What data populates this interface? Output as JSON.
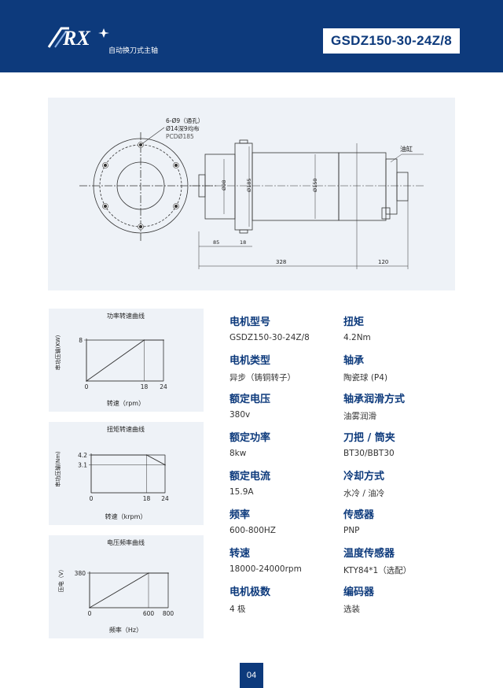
{
  "header": {
    "logo_text": "RX",
    "subtitle": "自动换刀式主轴",
    "model": "GSDZ150-30-24Z/8"
  },
  "drawing": {
    "hole_note_1": "6-Ø9（通孔）",
    "hole_note_2": "Ø14深9均布",
    "pcd": "PCDØ185",
    "oil_label": "油缸",
    "dia_1": "Ø98",
    "dia_2": "Ø185",
    "dia_3": "Ø150",
    "dim_85": "85",
    "dim_18": "18",
    "dim_328": "328",
    "dim_120": "120"
  },
  "charts": [
    {
      "title": "功率转速曲线",
      "ylabel": "串功压输(KW)",
      "xlabel": "转速（rpm）",
      "yticks": [
        "8"
      ],
      "xticks": [
        "0",
        "18",
        "24"
      ]
    },
    {
      "title": "扭矩转速曲线",
      "ylabel": "串功压输(Nm)",
      "xlabel": "转速（krpm）",
      "yticks": [
        "4.2",
        "3.1"
      ],
      "xticks": [
        "0",
        "18",
        "24"
      ]
    },
    {
      "title": "电压频率曲线",
      "ylabel": "压电（V）",
      "xlabel": "频率（Hz）",
      "yticks": [
        "380"
      ],
      "xticks": [
        "0",
        "600",
        "800"
      ]
    }
  ],
  "chart_data": [
    {
      "type": "line",
      "title": "功率转速曲线",
      "xlabel": "转速（rpm）",
      "ylabel": "串功压输(KW)",
      "x": [
        0,
        18,
        24
      ],
      "y": [
        0,
        8,
        8
      ],
      "xlim": [
        0,
        24
      ],
      "ylim": [
        0,
        8
      ]
    },
    {
      "type": "line",
      "title": "扭矩转速曲线",
      "xlabel": "转速（krpm）",
      "ylabel": "串功压输(Nm)",
      "x": [
        0,
        18,
        24
      ],
      "y": [
        4.2,
        4.2,
        3.1
      ],
      "xlim": [
        0,
        24
      ],
      "ylim": [
        0,
        4.2
      ]
    },
    {
      "type": "line",
      "title": "电压频率曲线",
      "xlabel": "频率（Hz）",
      "ylabel": "压电（V）",
      "x": [
        0,
        600,
        800
      ],
      "y": [
        0,
        380,
        380
      ],
      "xlim": [
        0,
        800
      ],
      "ylim": [
        0,
        380
      ]
    }
  ],
  "specs": {
    "motor_model_label": "电机型号",
    "motor_model_value": "GSDZ150-30-24Z/8",
    "torque_label": "扭矩",
    "torque_value": "4.2Nm",
    "motor_type_label": "电机类型",
    "motor_type_value": "异步（铸铜转子）",
    "bearing_label": "轴承",
    "bearing_value": "陶瓷球 (P4)",
    "rated_voltage_label": "额定电压",
    "rated_voltage_value": "380v",
    "lubrication_label": "轴承润滑方式",
    "lubrication_value": "油雾润滑",
    "rated_power_label": "额定功率",
    "rated_power_value": "8kw",
    "tool_holder_label": "刀把 / 筒夹",
    "tool_holder_value": "BT30/BBT30",
    "rated_current_label": "额定电流",
    "rated_current_value": "15.9A",
    "cooling_label": "冷却方式",
    "cooling_value": "水冷 / 油冷",
    "frequency_label": "频率",
    "frequency_value": "600-800HZ",
    "sensor_label": "传感器",
    "sensor_value": "PNP",
    "speed_label": "转速",
    "speed_value": "18000-24000rpm",
    "temp_sensor_label": "温度传感器",
    "temp_sensor_value": "KTY84*1（选配）",
    "poles_label": "电机极数",
    "poles_value": "4 极",
    "encoder_label": "编码器",
    "encoder_value": "选装"
  },
  "page_number": "04"
}
